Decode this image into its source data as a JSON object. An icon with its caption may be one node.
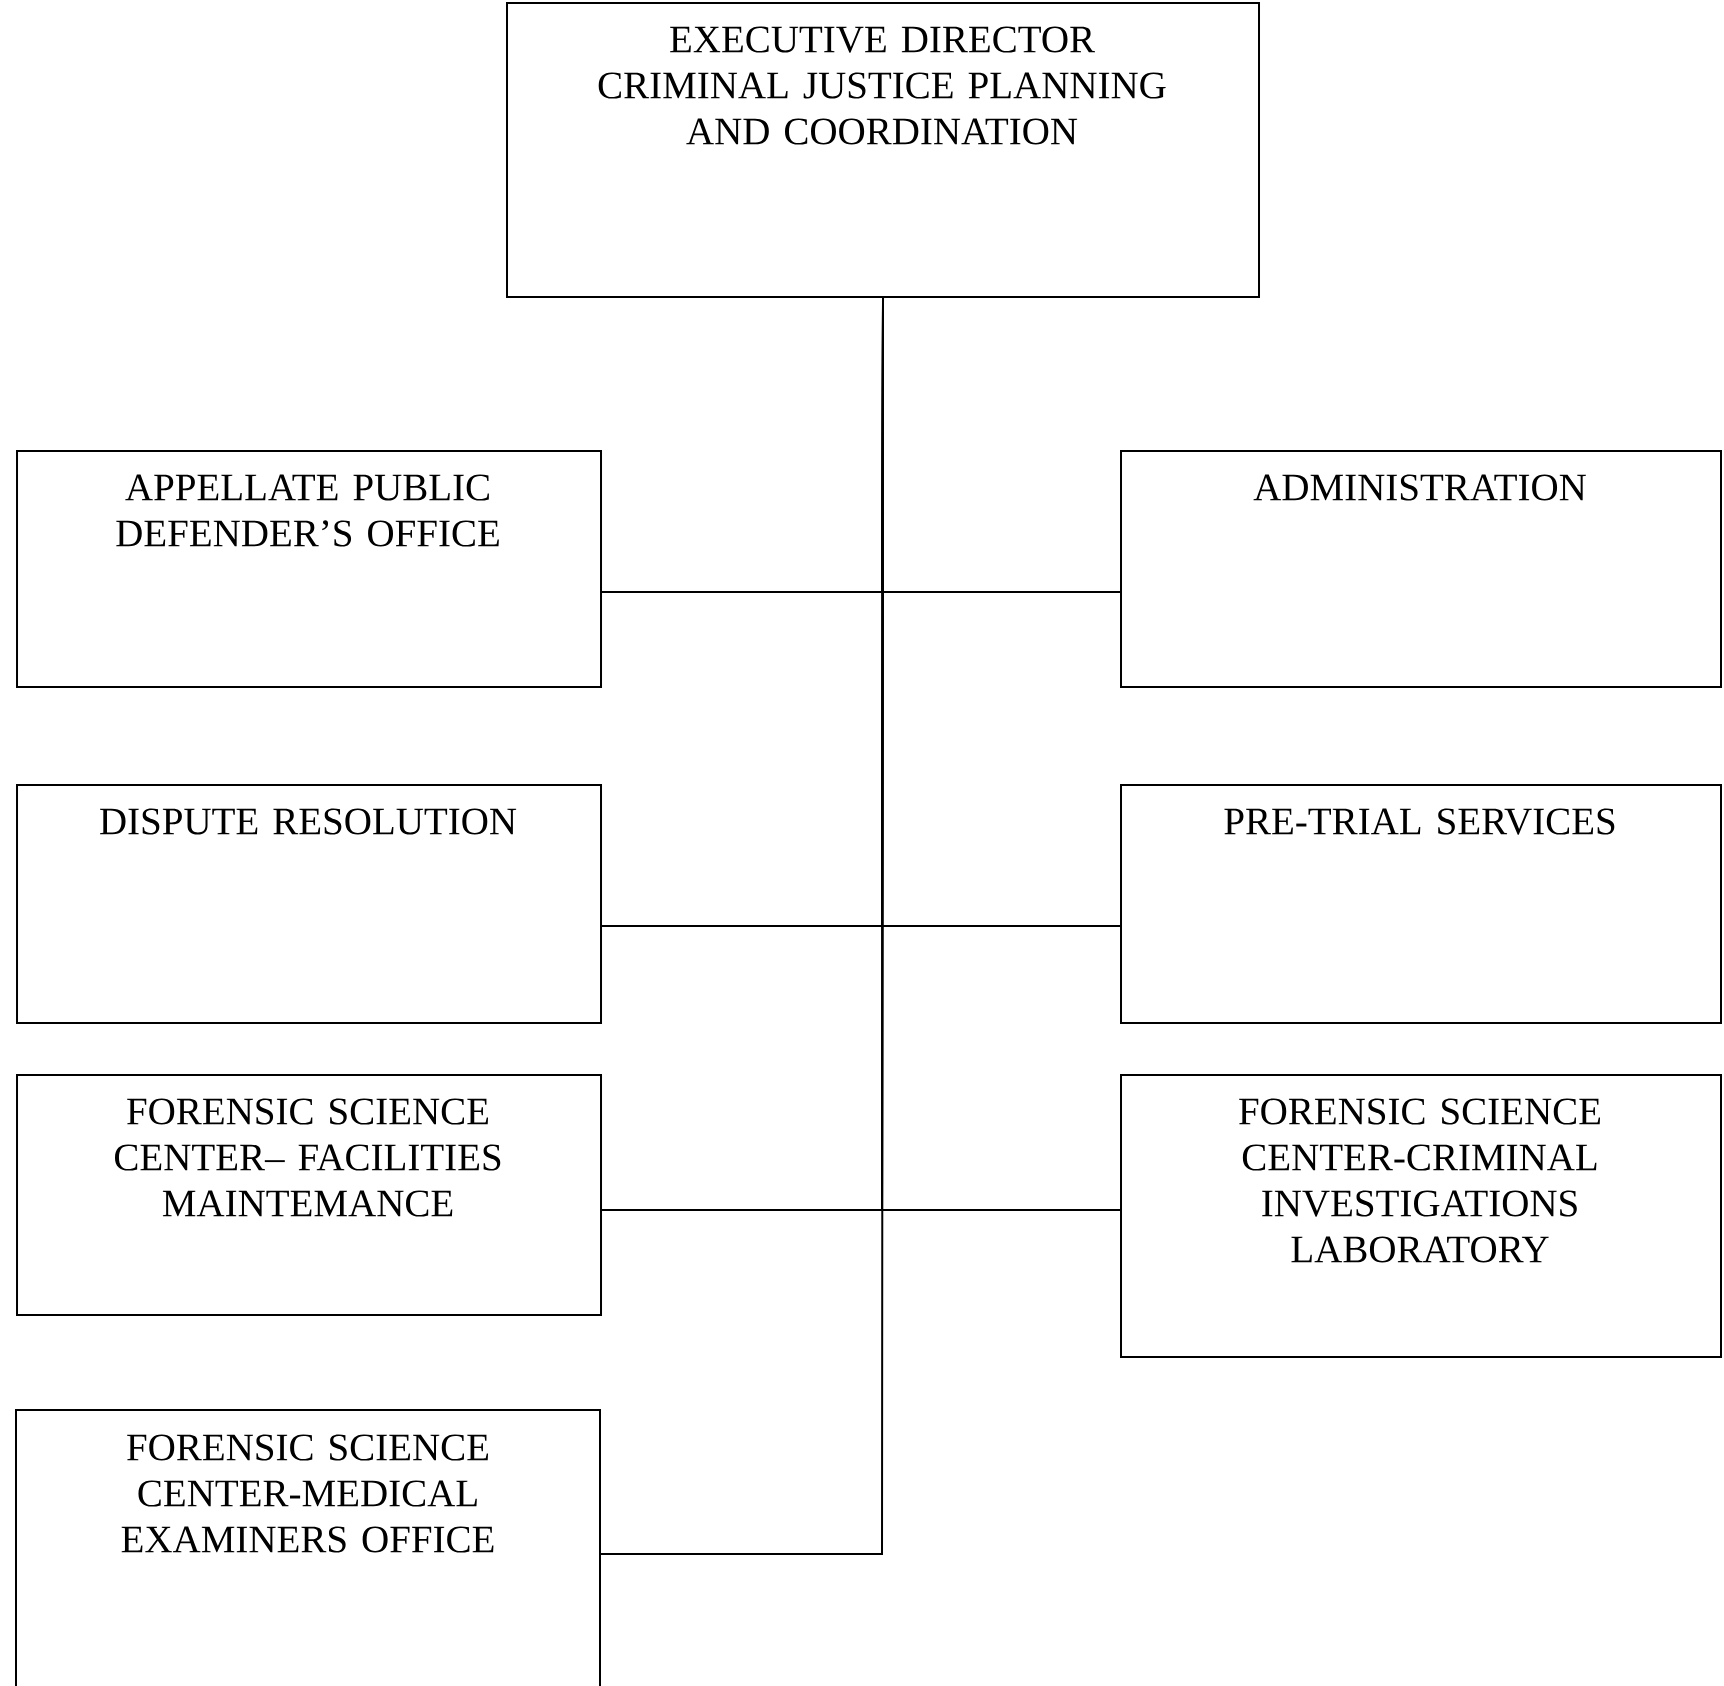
{
  "diagram": {
    "nodes": [
      {
        "text": [
          "EXECUTIVE DIRECTOR CRIMINAL JUSTICE PLANNING AND COORDINATION"
        ]
      },
      {
        "text": [
          "APPELLATE PUBLIC DEFENDER’S OFFICE"
        ]
      },
      {
        "text": [
          "ADMINISTRATION"
        ]
      },
      {
        "text": [
          "DISPUTE RESOLUTION"
        ]
      },
      {
        "text": [
          "PRE-TRIAL SERVICES"
        ]
      },
      {
        "text": [
          "FORENSIC SCIENCE CENTER– FACILITIES MAINTEMANCE"
        ]
      },
      {
        "text": [
          "FORENSIC SCIENCE CENTER-CRIMINAL INVESTIGATIONS LABORATORY"
        ]
      },
      {
        "text": [
          "FORENSIC SCIENCE CENTER-MEDICAL EXAMINERS OFFICE"
        ]
      }
    ],
    "edges": [
      {
        "from": 0,
        "to": 1,
        "arrow": "none"
      },
      {
        "from": 0,
        "to": 2,
        "arrow": "none"
      },
      {
        "from": 0,
        "to": 3,
        "arrow": "none"
      },
      {
        "from": 0,
        "to": 4,
        "arrow": "none"
      },
      {
        "from": 0,
        "to": 5,
        "arrow": "none"
      },
      {
        "from": 0,
        "to": 6,
        "arrow": "none"
      },
      {
        "from": 0,
        "to": 7,
        "arrow": "none"
      }
    ]
  }
}
